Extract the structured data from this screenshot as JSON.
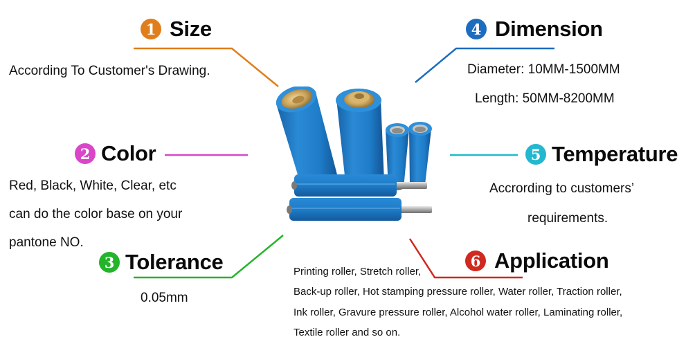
{
  "sections": [
    {
      "number": "1",
      "title": "Size",
      "color": "#E07E1B",
      "lines": [
        "According To Customer's Drawing."
      ]
    },
    {
      "number": "2",
      "title": "Color",
      "color": "#D946C8",
      "lines": [
        "Red, Black, White, Clear, etc",
        "can do the color base on your",
        "pantone NO."
      ]
    },
    {
      "number": "3",
      "title": "Tolerance",
      "color": "#22B52A",
      "lines": [
        "0.05mm"
      ]
    },
    {
      "number": "4",
      "title": "Dimension",
      "color": "#1C6CC0",
      "lines": [
        "Diameter: 10MM-1500MM",
        "Length: 50MM-8200MM"
      ]
    },
    {
      "number": "5",
      "title": "Temperature",
      "color": "#22B8CF",
      "lines": [
        "Accrording to customers’",
        "requirements."
      ]
    },
    {
      "number": "6",
      "title": "Application",
      "color": "#D0291F",
      "lines": [
        "Printing roller, Stretch roller,",
        "Back-up roller, Hot stamping pressure roller, Water roller, Traction roller,",
        "Ink roller, Gravure pressure roller, Alcohol water roller, Laminating roller,",
        "Textile roller and so on."
      ]
    }
  ],
  "product_image": {
    "description": "blue polyurethane rollers",
    "roller_color": "#1E7CC8"
  }
}
